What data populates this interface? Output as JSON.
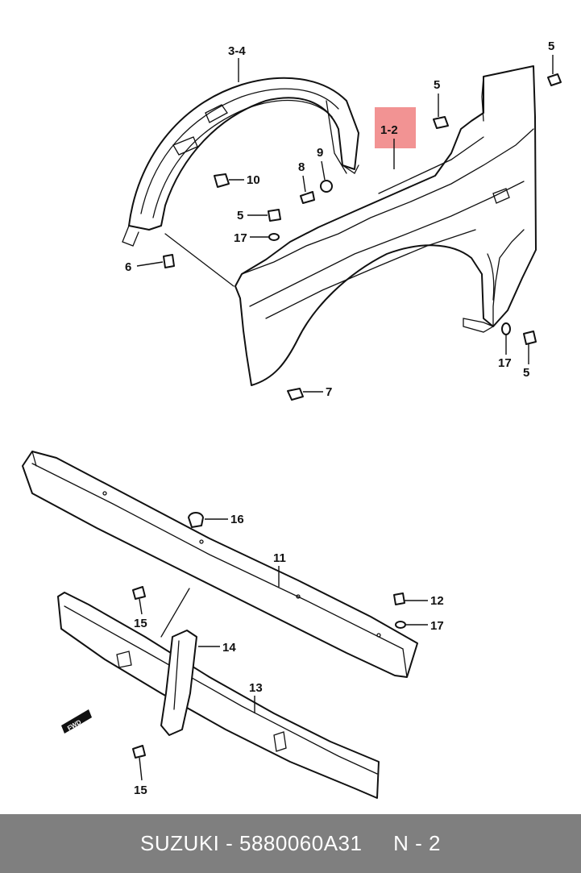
{
  "diagram": {
    "highlight_color": "#f08080",
    "labels": {
      "p1_2": "1-2",
      "p3_4": "3-4",
      "p5_a": "5",
      "p5_b": "5",
      "p5_c": "5",
      "p5_d": "5",
      "p6": "6",
      "p7": "7",
      "p8": "8",
      "p9": "9",
      "p10": "10",
      "p11": "11",
      "p12": "12",
      "p13": "13",
      "p14": "14",
      "p15_a": "15",
      "p15_b": "15",
      "p16": "16",
      "p17_a": "17",
      "p17_b": "17",
      "p17_c": "17",
      "fwd": "FWD"
    }
  },
  "footer": {
    "brand": "SUZUKI",
    "separator": " - ",
    "part_number": "5880060A31",
    "spacer": "     ",
    "page": "N - 2"
  }
}
